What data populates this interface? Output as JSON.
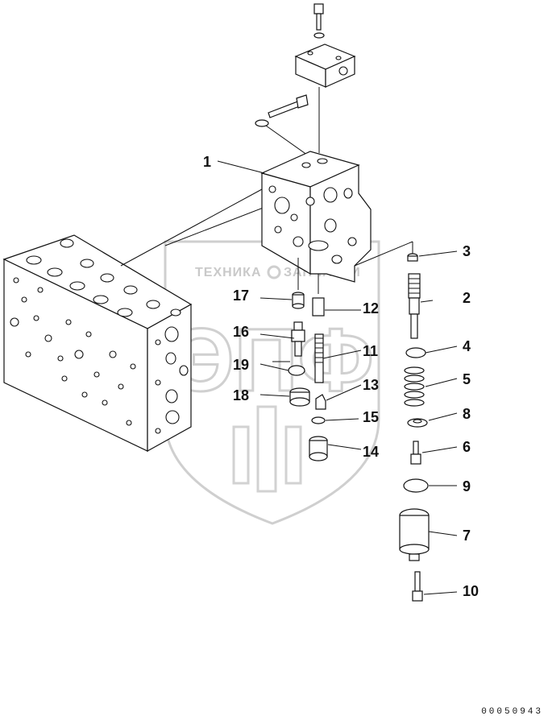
{
  "watermark": {
    "line1": "ТЕХНИКА",
    "line2": "ЗАПЧАСТИ",
    "big": "ЭПФ"
  },
  "drawing_code": "00050943",
  "callouts": {
    "c1": "1",
    "c2": "2",
    "c3": "3",
    "c4": "4",
    "c5": "5",
    "c6": "6",
    "c7": "7",
    "c8": "8",
    "c9": "9",
    "c10": "10",
    "c11": "11",
    "c12": "12",
    "c13": "13",
    "c14": "14",
    "c15": "15",
    "c16": "16",
    "c17": "17",
    "c18": "18",
    "c19": "19"
  }
}
